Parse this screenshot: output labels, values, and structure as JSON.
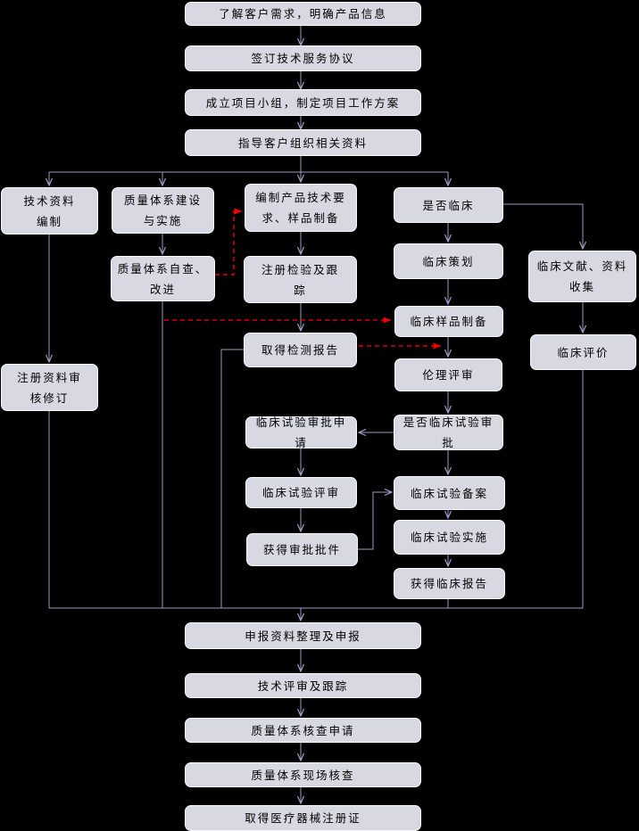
{
  "colors": {
    "background": "#000000",
    "node_fill": "#D8D8E2",
    "node_border": "#FFFFFF",
    "connector": "#9C9CC0",
    "feedback_dashed": "#FF0000",
    "text": "#000000"
  },
  "nodes": {
    "n1": {
      "label": "了解客户需求，明确产品信息"
    },
    "n2": {
      "label": "签订技术服务协议"
    },
    "n3": {
      "label": "成立项目小组，制定项目工作方案"
    },
    "n4": {
      "label": "指导客户组织相关资料"
    },
    "n5": {
      "label": "技术资料\n编制"
    },
    "n6": {
      "label": "质量体系建设\n与实施"
    },
    "n7": {
      "label": "编制产品技术要\n求、样品制备"
    },
    "n8": {
      "label": "是否临床"
    },
    "n9": {
      "label": "质量体系自查、\n改进"
    },
    "n10": {
      "label": "注册检验及跟\n踪"
    },
    "n11": {
      "label": "临床策划"
    },
    "n12": {
      "label": "临床文献、资料\n收集"
    },
    "n13": {
      "label": "临床样品制备"
    },
    "n14": {
      "label": "取得检测报告"
    },
    "n15": {
      "label": "临床评价"
    },
    "n16": {
      "label": "注册资料审\n核修订"
    },
    "n17": {
      "label": "伦理评审"
    },
    "n18": {
      "label": "是否临床试验审批"
    },
    "n19": {
      "label": "临床试验审批申请"
    },
    "n20": {
      "label": "临床试验备案"
    },
    "n21": {
      "label": "临床试验评审"
    },
    "n22": {
      "label": "临床试验实施"
    },
    "n23": {
      "label": "获得审批批件"
    },
    "n24": {
      "label": "获得临床报告"
    },
    "n25": {
      "label": "申报资料整理及申报"
    },
    "n26": {
      "label": "技术评审及跟踪"
    },
    "n27": {
      "label": "质量体系核查申请"
    },
    "n28": {
      "label": "质量体系现场核查"
    },
    "n29": {
      "label": "取得医疗器械注册证"
    }
  },
  "edges": {
    "solid": [
      "n1>n2",
      "n2>n3",
      "n3>n4",
      "n4>n5",
      "n4>n6",
      "n4>n7",
      "n4>n8",
      "n5>n16",
      "n6>n9",
      "n7>n10",
      "n10>n14",
      "n8>n11",
      "n8>n12",
      "n11>n13",
      "n13>n17",
      "n17>n18",
      "n18>n19",
      "n18>n20",
      "n19>n21",
      "n21>n23",
      "n23>n20",
      "n20>n22",
      "n22>n24",
      "n12>n15",
      "n16>n25",
      "n9>n25",
      "n14>n25",
      "n24>n25",
      "n15>n25",
      "n25>n26",
      "n26>n27",
      "n27>n28",
      "n28>n29"
    ],
    "red_dashed": [
      "n9>n7",
      "n9>n13",
      "n14>n17"
    ]
  }
}
